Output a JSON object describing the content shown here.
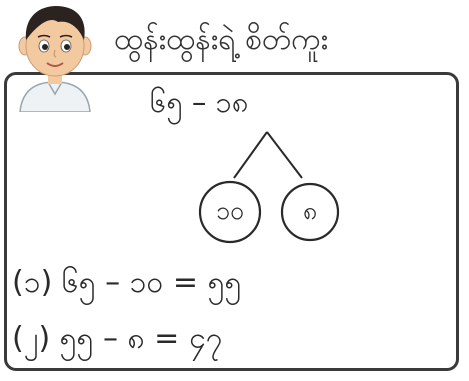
{
  "header": {
    "title": "ထွန်းထွန်းရဲ့ စိတ်ကူး",
    "avatar_icon": "boy-portrait-icon"
  },
  "problem": {
    "expression": "၆၅ – ၁၈"
  },
  "decomposition": {
    "left": "၁၀",
    "right": "၈"
  },
  "steps": [
    {
      "text": "(၁) ၆၅ – ၁၀ = ၅၅"
    },
    {
      "text": "(၂) ၅၅ – ၈ = ၄၇"
    }
  ],
  "colors": {
    "ink": "#2a2a2a",
    "frame": "#3a3a3a",
    "skin": "#f3c9a0",
    "hair": "#2b2320",
    "shirt": "#eef2f4"
  }
}
